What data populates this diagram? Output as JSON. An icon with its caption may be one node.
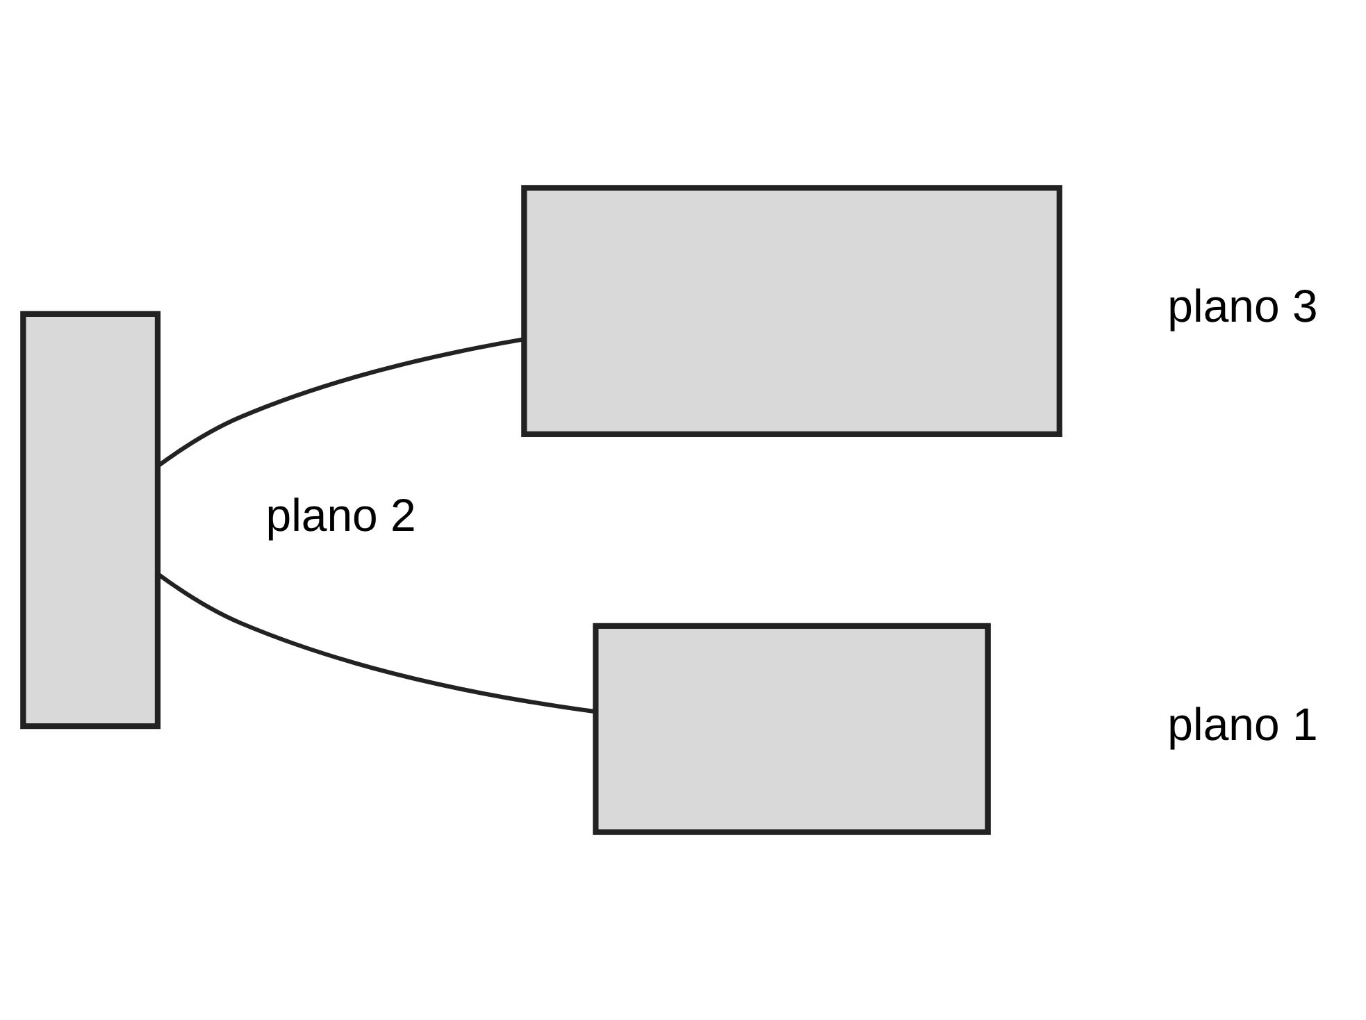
{
  "diagram": {
    "nodes": [
      {
        "text": [],
        "shape": "box",
        "beside": [
          "plano 3"
        ]
      },
      {
        "text": [],
        "shape": "box",
        "beside": [
          "plano 2"
        ]
      },
      {
        "text": [],
        "shape": "box",
        "beside": [
          "plano 1"
        ]
      }
    ],
    "edges": [
      {
        "from": 1,
        "to": 0,
        "arrow": "none"
      },
      {
        "from": 1,
        "to": 2,
        "arrow": "none"
      }
    ]
  }
}
